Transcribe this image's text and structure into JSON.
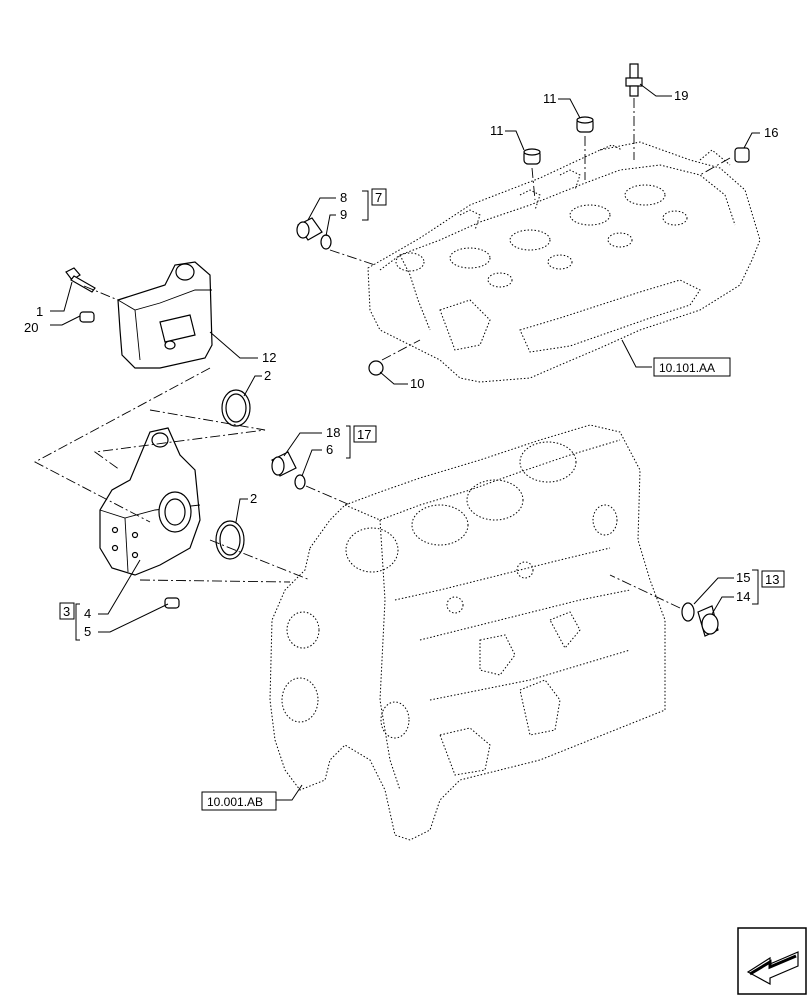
{
  "callouts": {
    "c1": "1",
    "c20": "20",
    "c12": "12",
    "c2a": "2",
    "c2b": "2",
    "c3": "3",
    "c4": "4",
    "c5": "5",
    "c8": "8",
    "c9": "9",
    "c7": "7",
    "c10": "10",
    "c11a": "11",
    "c11b": "11",
    "c19": "19",
    "c16": "16",
    "c18": "18",
    "c6": "6",
    "c17": "17",
    "c15": "15",
    "c14": "14",
    "c13": "13"
  },
  "references": {
    "cylinder_head": "10.101.AA",
    "engine_block": "10.001.AB"
  },
  "nav_icon": "arrow-back-icon"
}
